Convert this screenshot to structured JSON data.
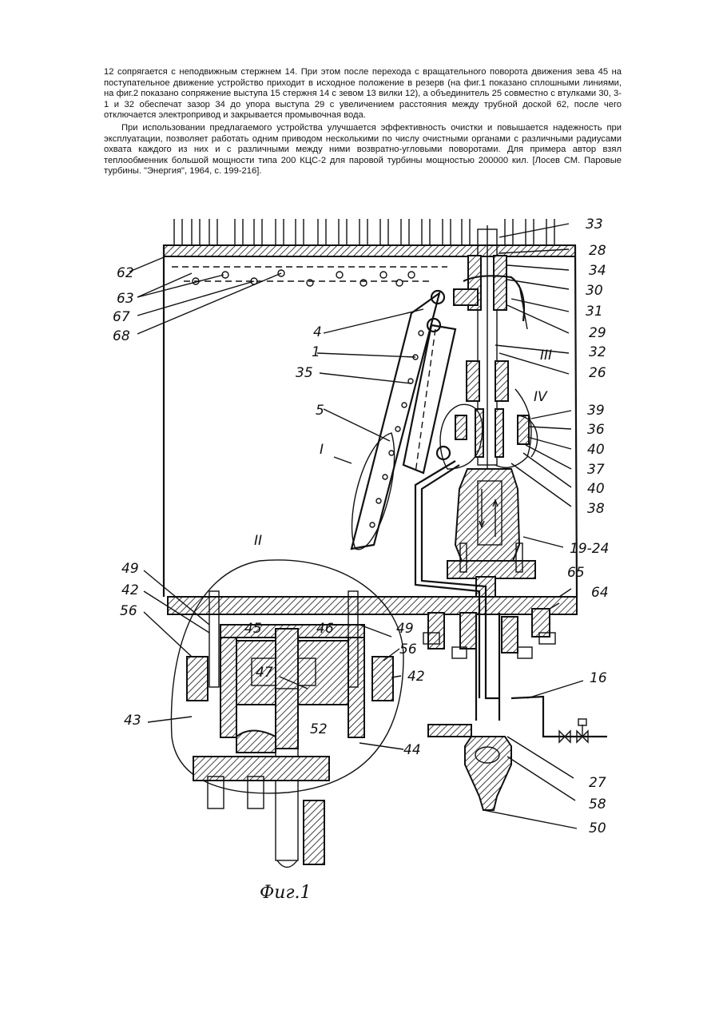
{
  "text": {
    "paragraph1": "12 сопрягается с неподвижным стержнем 14. При этом после перехода с вращательного поворота движения зева 45 на поступательное движение устройство приходит в исходное положение в резерв (на фиг.1 показано сплошными линиями, на фиг.2 показано сопряжение выступа 15 стержня 14 с зевом 13 вилки 12), а объединитель 25 совместно с втулками 30, 3-1 и 32 обеспечат зазор 34 до упора выступа 29 с увеличением расстояния между трубной доской 62, после чего отключается электропривод и закрывается промывочная вода.",
    "paragraph2": "При использовании предлагаемого устройства улучшается эффективность очистки и повышается надежность при эксплуатации, позволяет работать одним приводом несколькими по числу очистными органами с различными радиусами охвата каждого из них и с различными между ними возвратно-угловыми поворотами. Для примера автор взял теплообменник большой мощности типа 200 КЦС-2 для паровой турбины мощностью 200000 кил. [Лосев СМ. Паровые турбины. \"Энергия\", 1964, с. 199-216]."
  },
  "figure": {
    "caption": "Фиг.1",
    "labels": {
      "l33": "33",
      "l28": "28",
      "l34": "34",
      "l30": "30",
      "l31": "31",
      "l29": "29",
      "l32": "32",
      "l26": "26",
      "l39": "39",
      "l36": "36",
      "l40a": "40",
      "l37": "37",
      "l40b": "40",
      "l38": "38",
      "l19_24": "19-24",
      "l65": "65",
      "l64": "64",
      "l16": "16",
      "l27": "27",
      "l58": "58",
      "l50": "50",
      "l62": "62",
      "l63": "63",
      "l67": "67",
      "l68": "68",
      "l4": "4",
      "l1": "1",
      "l35": "35",
      "l5": "5",
      "lI": "I",
      "lII": "II",
      "lIII": "III",
      "lIV": "IV",
      "l49a": "49",
      "l42a": "42",
      "l56a": "56",
      "l43": "43",
      "l45": "45",
      "l46": "46",
      "l47": "47",
      "l49b": "49",
      "l56b": "56",
      "l42b": "42",
      "l44": "44",
      "l52": "52"
    }
  }
}
